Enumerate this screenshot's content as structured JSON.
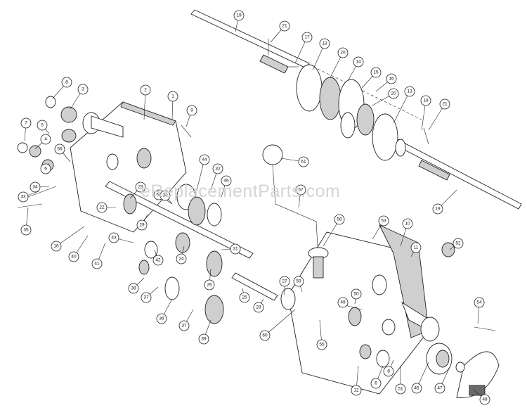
{
  "watermark": "eReplacementParts.com",
  "callouts": [
    "19",
    "21",
    "17",
    "13",
    "20",
    "14",
    "15",
    "16",
    "20",
    "13",
    "18",
    "21",
    "19",
    "8",
    "3",
    "2",
    "1",
    "9",
    "7",
    "5",
    "4",
    "6",
    "56",
    "33",
    "34",
    "35",
    "23",
    "22",
    "16",
    "40",
    "41",
    "43",
    "42",
    "44",
    "32",
    "46",
    "50",
    "29",
    "24",
    "31",
    "30",
    "26",
    "38",
    "37",
    "36",
    "37",
    "39",
    "25",
    "28",
    "27",
    "59",
    "60",
    "55",
    "61",
    "57",
    "58",
    "53",
    "10",
    "11",
    "52",
    "49",
    "50",
    "54",
    "12",
    "6",
    "8",
    "51",
    "45",
    "47",
    "48"
  ]
}
